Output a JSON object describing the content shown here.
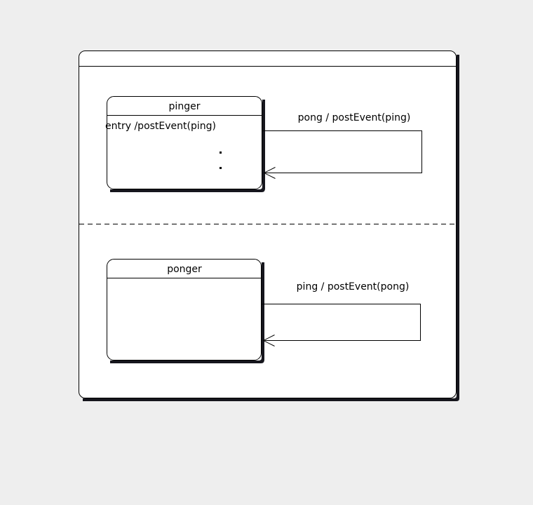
{
  "diagram": {
    "kind": "uml-state-machine",
    "background_color": "#eeeeee",
    "line_color": "#000000",
    "fill_color": "#ffffff",
    "shadow_color": "#16161d",
    "container": {
      "title": "",
      "has_title_compartment": true,
      "has_shadow": true
    },
    "regions": [
      {
        "id": "region-top",
        "state": {
          "name": "pinger",
          "body_lines": [
            "entry /postEvent(ping)"
          ],
          "decorations": [
            {
              "type": "dot"
            },
            {
              "type": "dot"
            }
          ]
        },
        "self_transition": {
          "label": "pong / postEvent(ping)",
          "trigger": "pong",
          "effect": "postEvent(ping)"
        }
      },
      {
        "id": "region-bottom",
        "state": {
          "name": "ponger",
          "body_lines": [],
          "decorations": []
        },
        "self_transition": {
          "label": "ping / postEvent(pong)",
          "trigger": "ping",
          "effect": "postEvent(pong)"
        }
      }
    ]
  }
}
